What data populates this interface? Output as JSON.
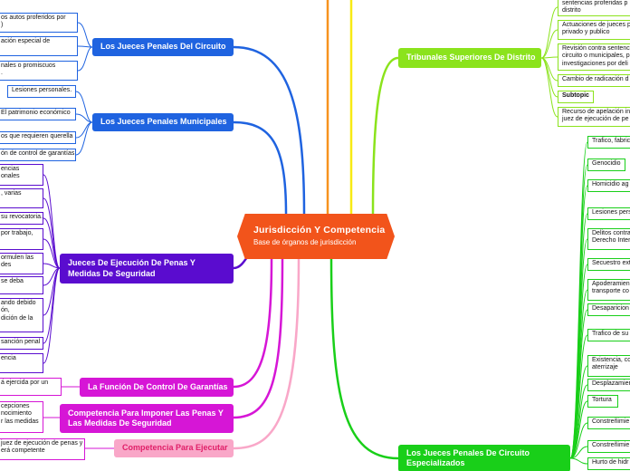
{
  "central": {
    "title": "Jurisdicción Y Competencia",
    "subtitle": "Base de órganos de jurisdicción"
  },
  "colors": {
    "central": "#f2541b",
    "circuito": "#1f63e0",
    "municipales": "#1f63e0",
    "ejecucion": "#5a0ccf",
    "control": "#d616d6",
    "imponer": "#d616d6",
    "ejecutar": "#f9a7c8",
    "tribunales": "#8be31c",
    "especializados": "#19cf19",
    "orange": "#f7931e",
    "yellow": "#f7ea14"
  },
  "branches": {
    "circuito": {
      "label": "Los Jueces Penales Del Circuito",
      "leaves": [
        "os autos proferidos por\n)",
        "ación especial de",
        "nales o promiscuos\n."
      ]
    },
    "municipales": {
      "label": "Los Jueces Penales Municipales",
      "leaves": [
        "Lesiones personales.",
        "El patrimonio económico",
        "os que requieren querella",
        "ón de control de garantías"
      ]
    },
    "ejecucion": {
      "label": "Jueces De Ejecución De Penas Y\nMedidas De Seguridad",
      "leaves": [
        "encias\nonales",
        ", varias",
        "su revocatoria.",
        "por trabajo,\n",
        "ormulen las\ndes",
        "se deba",
        "ando debido\nón,\ndición de la",
        "sanción penal",
        "encia\n"
      ]
    },
    "control": {
      "label": "La Función De Control De Garantías",
      "leaves": [
        "á ejercida por un"
      ]
    },
    "imponer": {
      "label": "Competencia Para Imponer Las Penas Y\nLas Medidas De Seguridad",
      "leaves": [
        "cepciones\nnocimiento\nr las medidas"
      ]
    },
    "ejecutar": {
      "label": "Competencia Para Ejecutar",
      "leaves": [
        "juez de ejecución de penas y\nerá competente"
      ]
    },
    "tribunales": {
      "label": "Tribunales Superiores De Distrito",
      "leaves": [
        "sentencias proferidas p\ndistrito",
        "Actuaciones de jueces p\nprivado y publico",
        "Revisión contra sentenc\ncircuito o municipales, p\ninvestigaciones por deli",
        "Cambio de radicación d",
        "Subtopic",
        "Recurso de apelación in\njuez de ejecución de pe"
      ]
    },
    "especializados": {
      "label": "Los Jueces Penales De Circuito\nEspecializados",
      "leaves": [
        "Trafico, fabric",
        "Genocidio",
        "Homicidio ag",
        "Lesiones pers",
        "Delitos contra\nDerecho Intern",
        "Secuestro ext",
        "Apoderamien\ntransporte co",
        "Desaparicion",
        "Trafico de su",
        "Existencia, co\naterrizaje",
        "Desplazamien",
        "Tortura",
        "Constreñimie",
        "Constreñimie",
        "Hurto de hidr"
      ]
    }
  }
}
